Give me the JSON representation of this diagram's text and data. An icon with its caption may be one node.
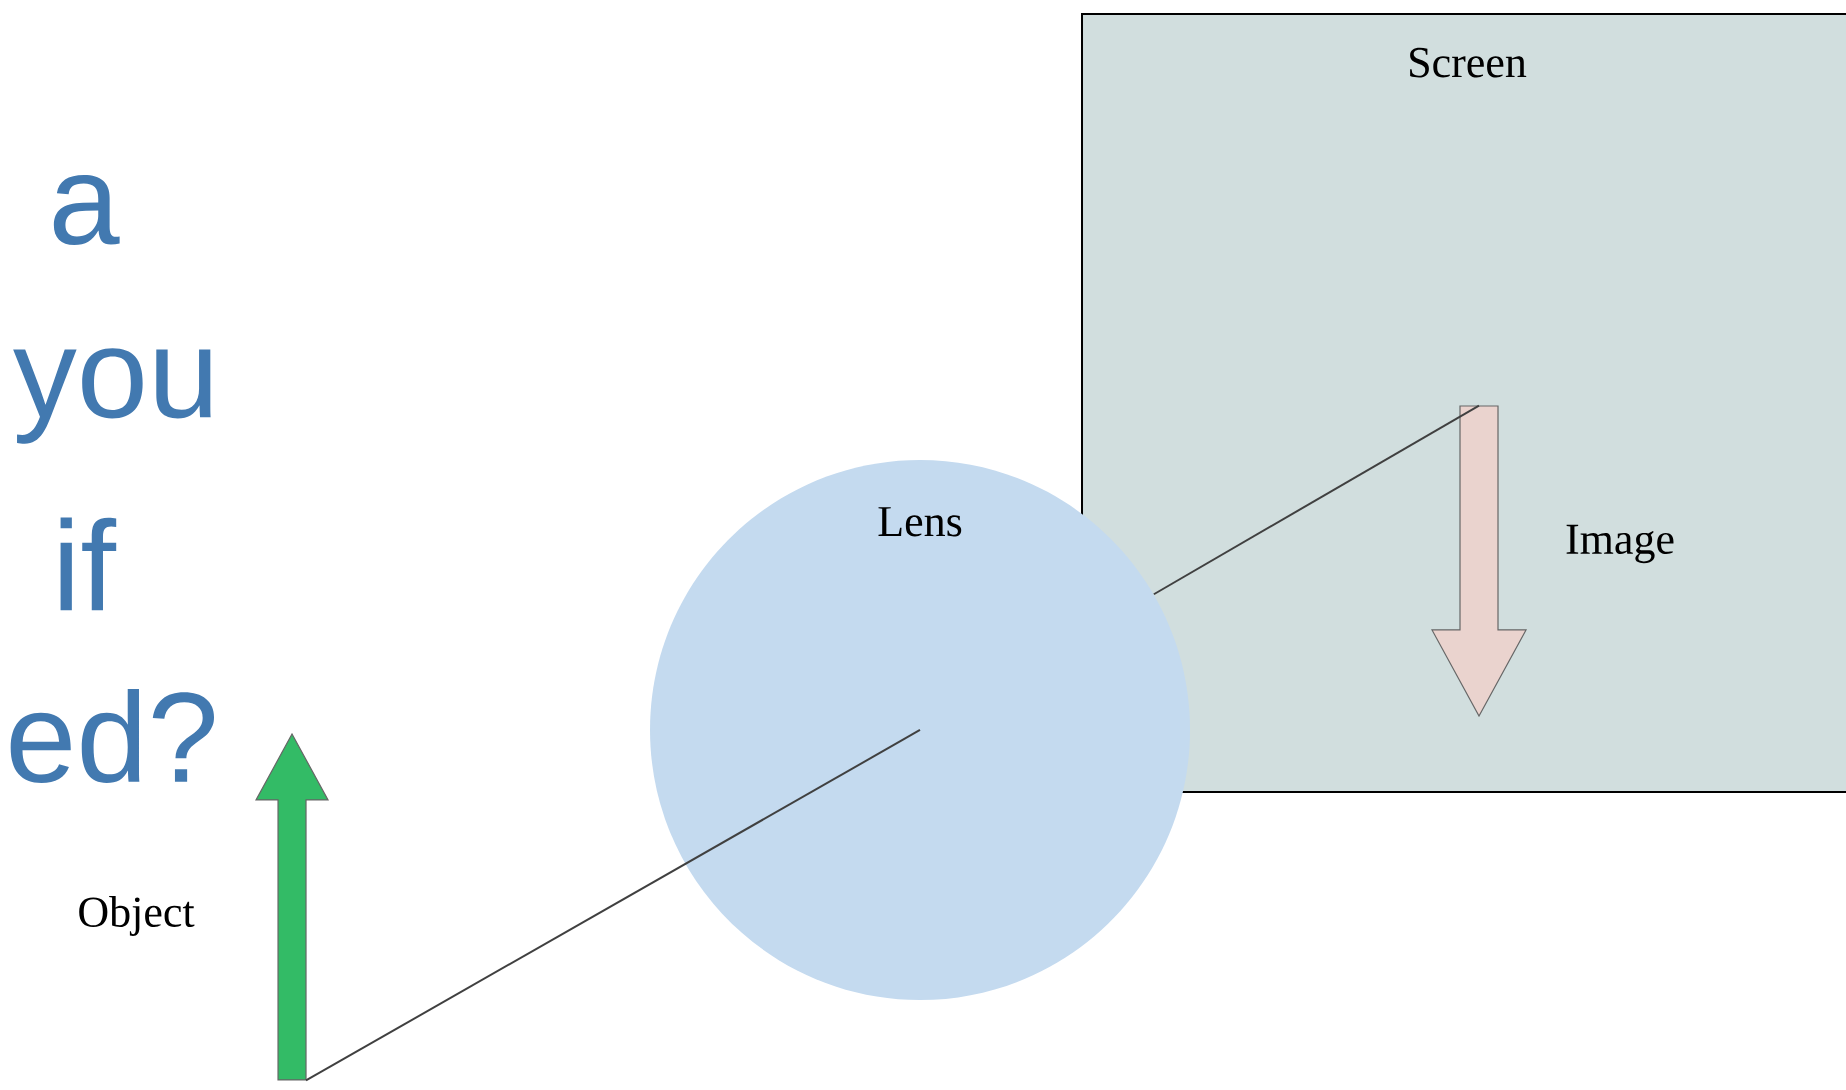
{
  "diagram": {
    "nodes": [
      {
        "text": [
          "Screen"
        ]
      },
      {
        "text": [
          "Lens"
        ]
      },
      {
        "text": [],
        "shape": "arrow",
        "beside": [
          "Object"
        ]
      },
      {
        "text": [],
        "shape": "arrow",
        "beside": [
          "Image"
        ],
        "in": 0
      }
    ],
    "edges": [
      {
        "from": 2,
        "to": 1,
        "arrow": "none"
      },
      {
        "from": 1,
        "to": 3,
        "arrow": "none"
      }
    ],
    "labels": [
      "a",
      "you",
      "if",
      "ed?"
    ]
  }
}
